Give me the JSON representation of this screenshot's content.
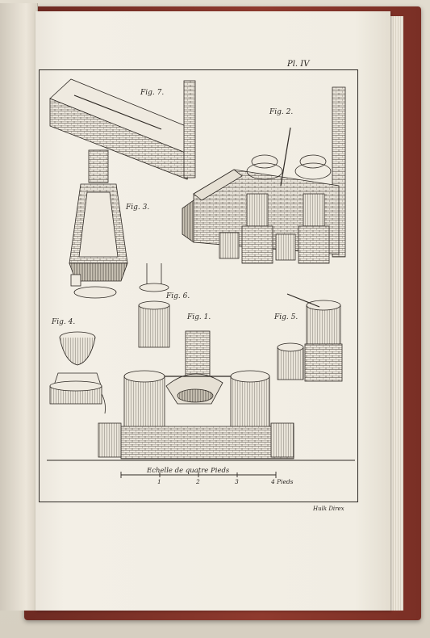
{
  "plate": {
    "number": "Pl. IV",
    "figures": {
      "fig1": "Fig. 1.",
      "fig2": "Fig. 2.",
      "fig3": "Fig. 3.",
      "fig4": "Fig. 4.",
      "fig5": "Fig. 5.",
      "fig6": "Fig. 6.",
      "fig7": "Fig. 7."
    },
    "scale": {
      "caption": "Echelle de quatre Pieds",
      "ticks": [
        "1",
        "2",
        "3",
        "4"
      ],
      "unit": "Pieds"
    },
    "engraver": "Hulk Direx"
  }
}
